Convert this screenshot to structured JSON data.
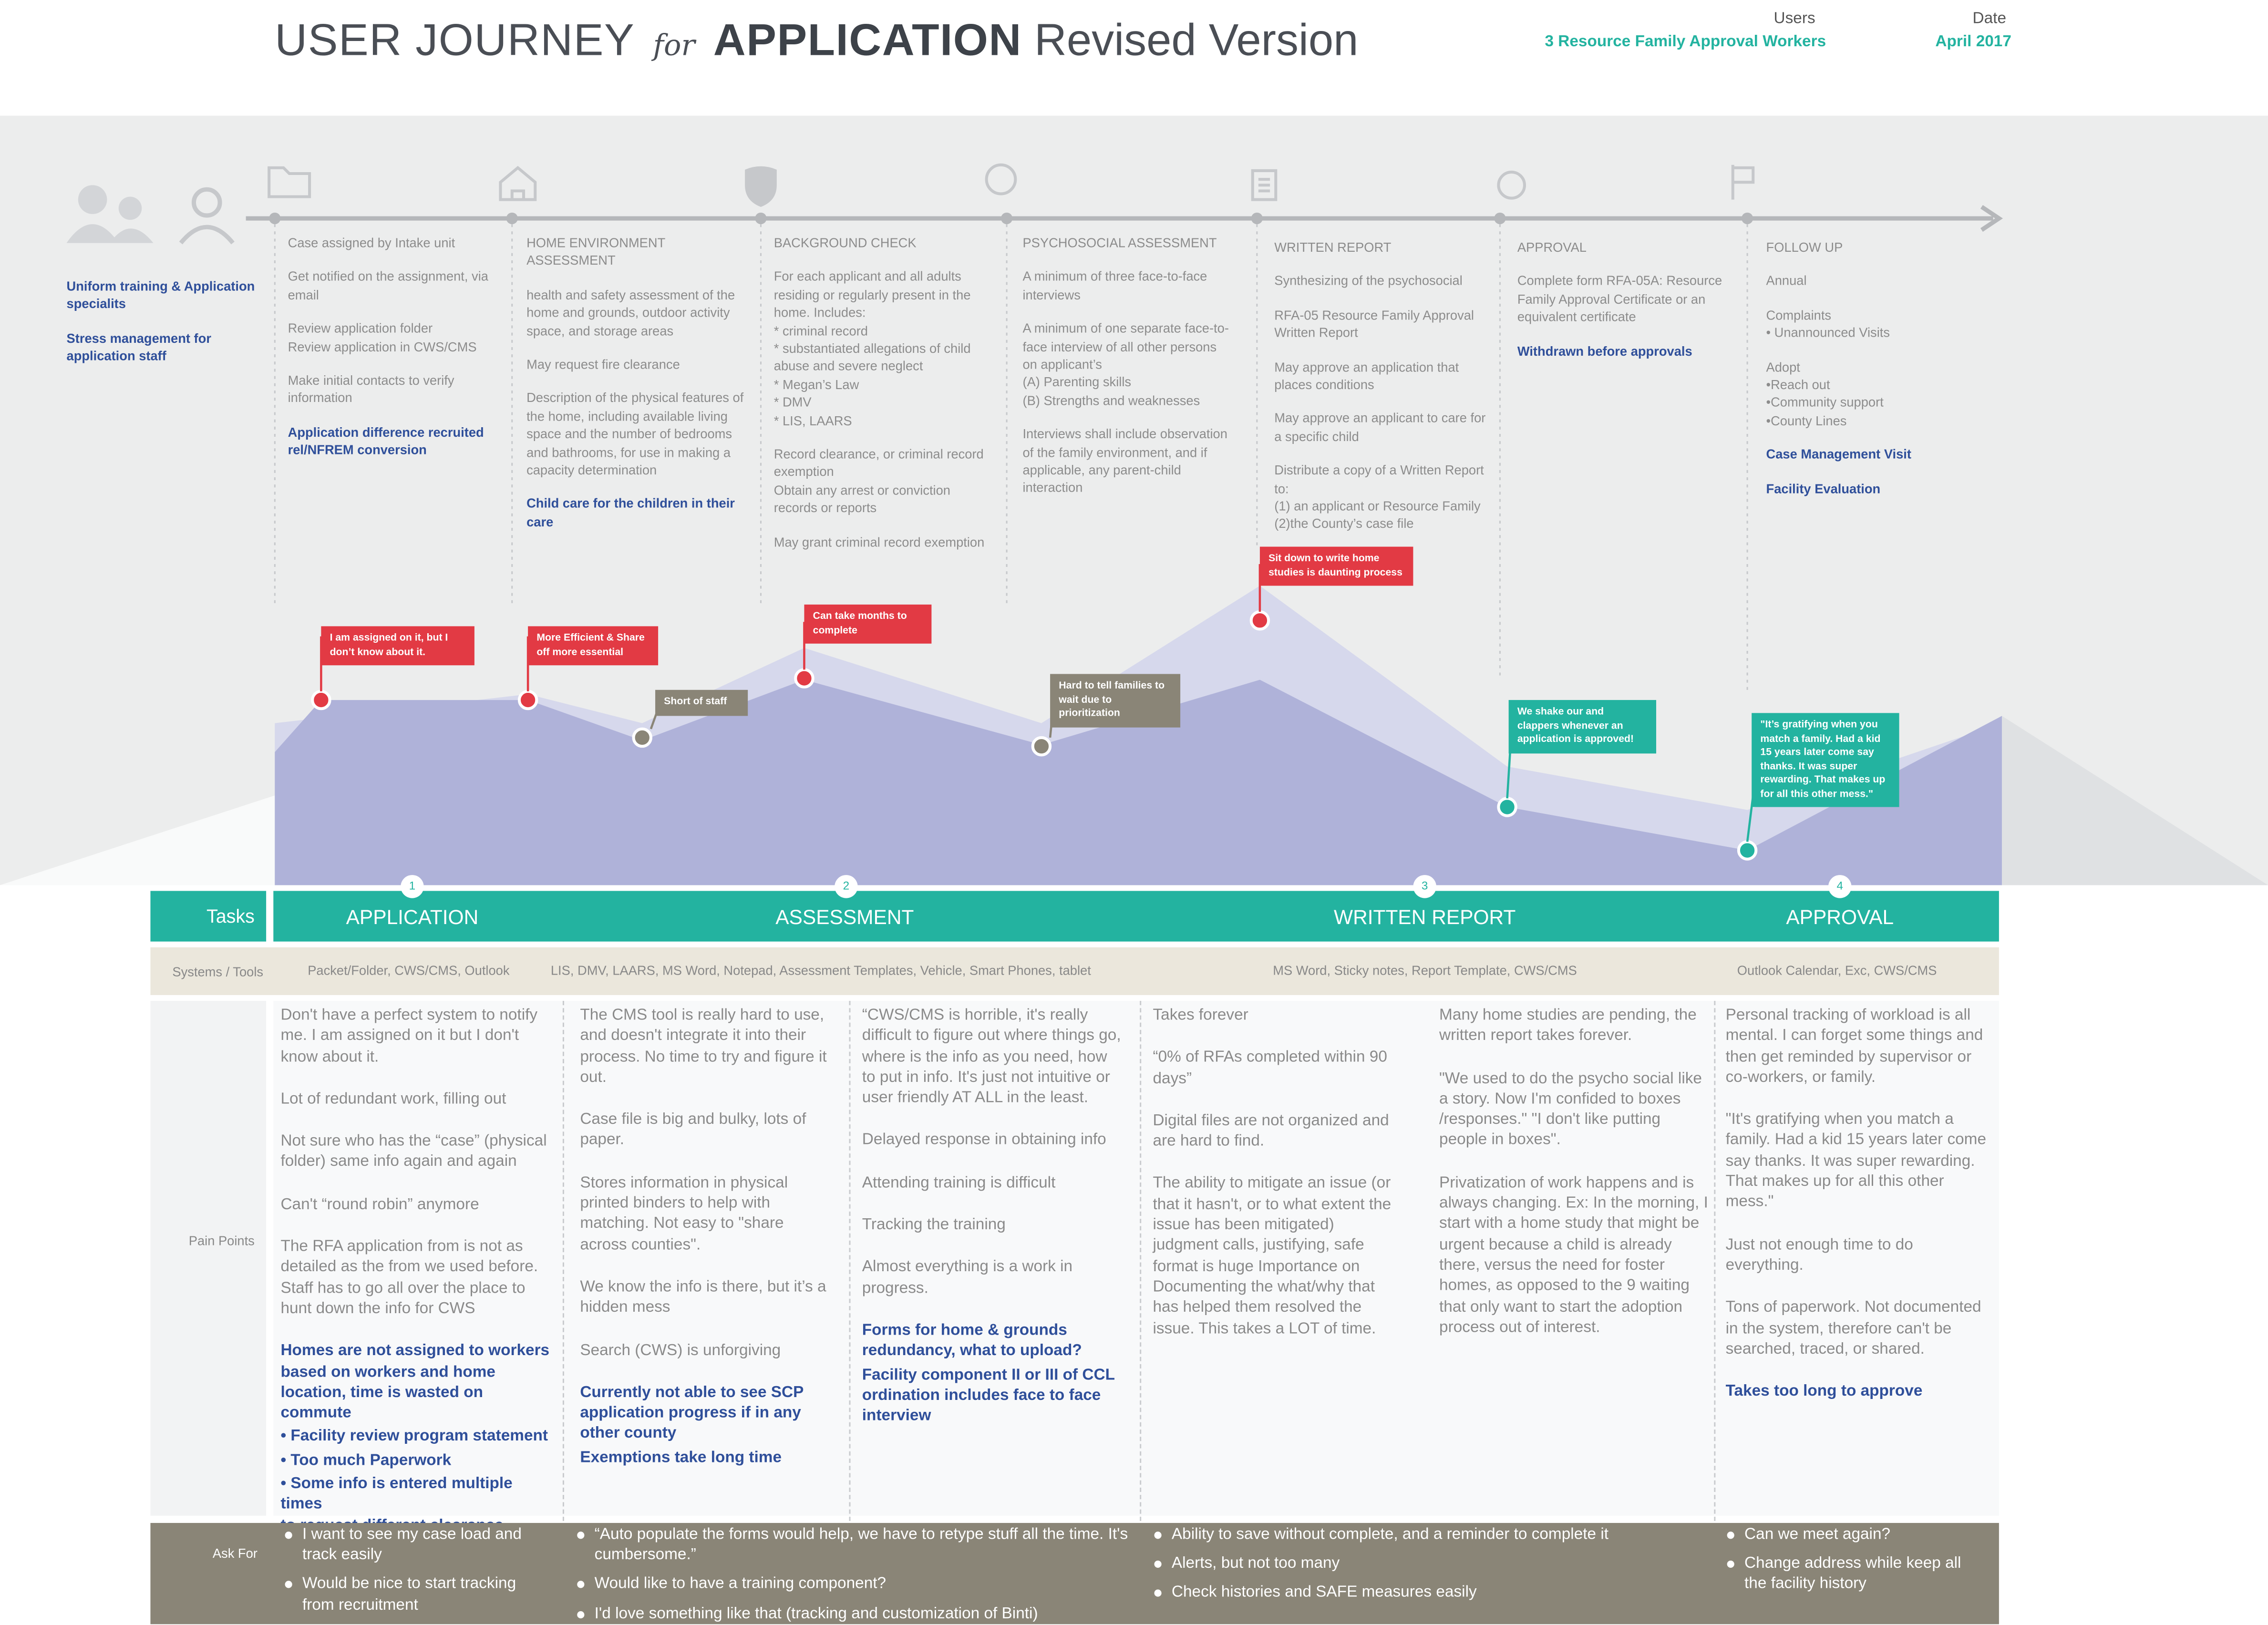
{
  "header": {
    "title_part1": "USER JOURNEY",
    "title_for": "for",
    "title_bold": "APPLICATION",
    "title_revised": "Revised Version",
    "users_label": "Users",
    "users_value": "3 Resource Family Approval Workers",
    "date_label": "Date",
    "date_value": "April 2017"
  },
  "left_notes": [
    "Uniform training & Application specialits",
    "Stress management for application staff"
  ],
  "stages": [
    {
      "title": "",
      "items": [
        {
          "t": "Case assigned by Intake unit"
        },
        {
          "t": "Get notified on the assignment, via email"
        },
        {
          "t": "Review application folder\nReview application in CWS/CMS"
        },
        {
          "t": "Make initial contacts to verify information"
        },
        {
          "t": "Application difference recruited rel/NFREM conversion",
          "blue": true
        }
      ]
    },
    {
      "title": "HOME ENVIRONMENT ASSESSMENT",
      "items": [
        {
          "t": "health and safety assessment of the home and grounds, outdoor activity space, and storage areas"
        },
        {
          "t": "May request fire clearance"
        },
        {
          "t": "Description of the physical features of the home, including available living space and the number of bedrooms and bathrooms, for use in making a capacity determination"
        },
        {
          "t": "Child care for the children in their care",
          "blue": true
        }
      ]
    },
    {
      "title": "BACKGROUND CHECK",
      "items": [
        {
          "t": "For each applicant and all adults residing or regularly present in the home. Includes:\n* criminal record\n* substantiated allegations of child abuse and severe neglect\n* Megan’s Law\n* DMV\n*  LIS, LAARS"
        },
        {
          "t": "Record clearance, or criminal record exemption\nObtain any arrest or conviction records or reports"
        },
        {
          "t": "May grant criminal record exemption"
        }
      ]
    },
    {
      "title": "PSYCHOSOCIAL ASSESSMENT",
      "items": [
        {
          "t": "A minimum of three face-to-face interviews"
        },
        {
          "t": "A minimum of one separate face-to-face interview of all other persons on applicant’s\n(A) Parenting skills\n(B) Strengths and weaknesses"
        },
        {
          "t": "Interviews shall include observation of the family environment, and if applicable, any parent-child interaction"
        }
      ]
    },
    {
      "title": "WRITTEN REPORT",
      "items": [
        {
          "t": "Synthesizing of the psychosocial"
        },
        {
          "t": "RFA-05 Resource Family Approval Written Report"
        },
        {
          "t": "May approve an application that places conditions"
        },
        {
          "t": "May approve an applicant to care for a specific child"
        },
        {
          "t": "Distribute a copy of a Written Report to:\n(1) an applicant or Resource Family\n(2)the County’s case file"
        }
      ]
    },
    {
      "title": "APPROVAL",
      "items": [
        {
          "t": "Complete form RFA-05A: Resource Family Approval Certificate or an equivalent certificate"
        },
        {
          "t": "Withdrawn before approvals",
          "blue": true
        }
      ]
    },
    {
      "title": "FOLLOW UP",
      "items": [
        {
          "t": "Annual"
        },
        {
          "t": "Complaints\n  • Unannounced Visits"
        },
        {
          "t": "Adopt\n•Reach out\n•Community support\n•County Lines"
        },
        {
          "t": "Case Management Visit",
          "blue": true
        },
        {
          "t": "Facility Evaluation",
          "blue": true
        }
      ]
    }
  ],
  "bubbles": [
    {
      "text": "I am assigned on it, but I don’t know about it.",
      "tone": "red"
    },
    {
      "text": "More Efficient & Share off more essential",
      "tone": "red"
    },
    {
      "text": "Short of staff",
      "tone": "gray"
    },
    {
      "text": "Can take months to complete",
      "tone": "red"
    },
    {
      "text": "Hard to tell families to wait due to prioritization",
      "tone": "gray"
    },
    {
      "text": "Sit down to write home studies is daunting process",
      "tone": "red"
    },
    {
      "text": "We  shake our and clappers whenever an application is approved!",
      "tone": "teal"
    },
    {
      "text": "\"It’s gratifying when you match a family. Had a kid 15 years later come say thanks. It was super rewarding. That makes up for all this other mess.\"",
      "tone": "teal"
    }
  ],
  "tasks": {
    "label": "Tasks",
    "items": [
      {
        "num": "1",
        "name": "APPLICATION"
      },
      {
        "num": "2",
        "name": "ASSESSMENT"
      },
      {
        "num": "3",
        "name": "WRITTEN REPORT"
      },
      {
        "num": "4",
        "name": "APPROVAL"
      }
    ]
  },
  "tools": {
    "label": "Systems / Tools",
    "items": [
      "Packet/Folder, CWS/CMS, Outlook",
      "LIS, DMV, LAARS, MS Word, Notepad, Assessment Templates, Vehicle, Smart Phones, tablet",
      "MS Word, Sticky notes, Report Template, CWS/CMS",
      "Outlook Calendar, Exc,  CWS/CMS"
    ]
  },
  "pain": {
    "label": "Pain Points",
    "columns": [
      [
        {
          "t": "Don't have a perfect system to notify me. I am assigned on it but I don't know about it."
        },
        {
          "t": "Lot of redundant work, filling out"
        },
        {
          "t": "Not sure who has the “case” (physical folder) same info again and again"
        },
        {
          "t": "Can't “round robin” anymore"
        },
        {
          "t": "The RFA application from is not as detailed as the from we used before. Staff has to go all over the place to hunt down the info for CWS"
        },
        {
          "t": "Homes are not assigned to workers based on workers and home location, time is wasted on commute",
          "blue": true
        },
        {
          "t": "• Facility review program statement",
          "blue": true
        },
        {
          "t": "• Too much Paperwork",
          "blue": true
        },
        {
          "t": "• Some info is entered multiple times\n   to request different clearance",
          "blue": true
        }
      ],
      [
        {
          "t": "The CMS tool is really hard to use, and doesn't integrate it into their process. No time to try and figure it out."
        },
        {
          "t": "Case file is big and bulky, lots of paper."
        },
        {
          "t": "Stores information in physical printed binders to help with matching. Not easy to \"share across counties\"."
        },
        {
          "t": "We know the info is there, but it’s a hidden mess"
        },
        {
          "t": "Search (CWS) is unforgiving"
        },
        {
          "t": "Currently not able to see SCP application progress if in any other county",
          "blue": true
        },
        {
          "t": "Exemptions take long time",
          "blue": true
        }
      ],
      [
        {
          "t": "“CWS/CMS is horrible, it's really difficult to figure out where things go, where is the info as you need, how to put in info. It's just not intuitive or user friendly AT ALL in the least."
        },
        {
          "t": "Delayed response in obtaining info"
        },
        {
          "t": "Attending training is difficult"
        },
        {
          "t": "Tracking the training"
        },
        {
          "t": "Almost everything is a work in progress."
        },
        {
          "t": "Forms for home & grounds redundancy, what to upload?",
          "blue": true
        },
        {
          "t": "Facility component II or III of CCL ordination includes  face to face interview",
          "blue": true
        }
      ],
      [
        {
          "t": "Takes forever"
        },
        {
          "t": " “0% of RFAs completed within 90 days”"
        },
        {
          "t": "Digital files are not organized and are hard to find."
        },
        {
          "t": "The ability to mitigate an issue (or that it hasn't, or to what extent the issue has been mitigated) judgment calls, justifying, safe format is huge Importance on Documenting the what/why that has helped them resolved the issue. This takes a LOT of time."
        }
      ],
      [
        {
          "t": "Many home studies are pending, the written report takes forever."
        },
        {
          "t": "\"We used to do the psycho social like a story. Now I'm confided to boxes /responses.\" \"I don't like putting people in boxes\"."
        },
        {
          "t": "Privatization of work happens and is always changing. Ex: In the morning, I start with a home study that might be urgent because a child is already there, versus the need for foster homes, as opposed to the 9 waiting that only want to start the adoption process out of interest."
        }
      ],
      [
        {
          "t": "Personal tracking of workload is all mental. I can forget some things and then get reminded by supervisor or co-workers, or family."
        },
        {
          "t": "\"It's gratifying when you match a family. Had a kid 15 years later come say thanks. It was super rewarding. That makes up for all this other mess.\""
        },
        {
          "t": "Just not enough time to do everything."
        },
        {
          "t": "Tons of paperwork. Not documented in the system, therefore can't be searched, traced, or shared."
        },
        {
          "t": "Takes too long to approve",
          "blue": true
        }
      ]
    ]
  },
  "ask": {
    "label": "Ask For",
    "columns": [
      [
        "I want to see my case load and track easily",
        "Would be nice to start tracking from recruitment"
      ],
      [
        "“Auto populate the forms would help, we have to retype stuff all the time. It's cumbersome.”",
        "Would like to have a training component?",
        "I'd love something like that (tracking and customization of Binti)"
      ],
      [
        "Ability to save without complete, and a reminder to complete it",
        "Alerts, but not too many",
        "Check histories and SAFE measures easily"
      ],
      [
        "Can we meet again?",
        "Change address while keep all the facility history"
      ]
    ]
  },
  "colors": {
    "teal": "#23b3a0",
    "red": "#e23a44",
    "gray": "#8a8577",
    "blue": "#2f4f9a",
    "area": "#aeb0d8"
  }
}
